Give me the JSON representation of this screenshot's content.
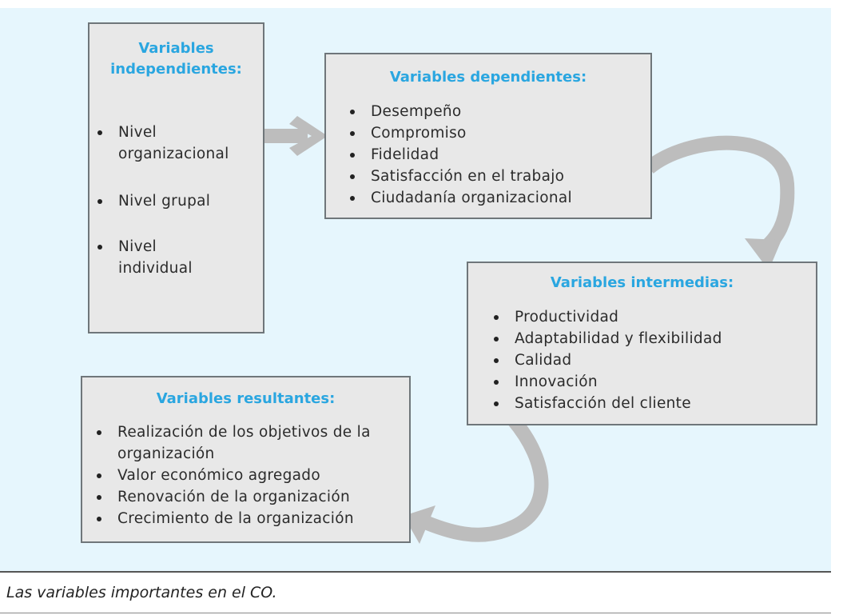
{
  "boxes": {
    "independientes": {
      "title_1": "Variables",
      "title_2": "independientes:",
      "items": [
        "Nivel organizacional",
        "Nivel grupal",
        "Nivel individual"
      ]
    },
    "dependientes": {
      "title": "Variables dependientes:",
      "items": [
        "Desempeño",
        "Compromiso",
        "Fidelidad",
        "Satisfacción en el trabajo",
        "Ciudadanía organizacional"
      ]
    },
    "intermedias": {
      "title": "Variables intermedias:",
      "items": [
        "Productividad",
        "Adaptabilidad y flexibilidad",
        "Calidad",
        "Innovación",
        "Satisfacción del cliente"
      ]
    },
    "resultantes": {
      "title": "Variables resultantes:",
      "items": [
        "Realización de los objetivos de la organización",
        "Valor económico agregado",
        "Renovación de la organización",
        "Crecimiento de la organización"
      ]
    }
  },
  "caption": "Las variables importantes en el CO.",
  "colors": {
    "title": "#2aa6e0",
    "background": "#e6f6fd",
    "box": "#e8e8e8",
    "arrow": "#bdbdbd"
  }
}
